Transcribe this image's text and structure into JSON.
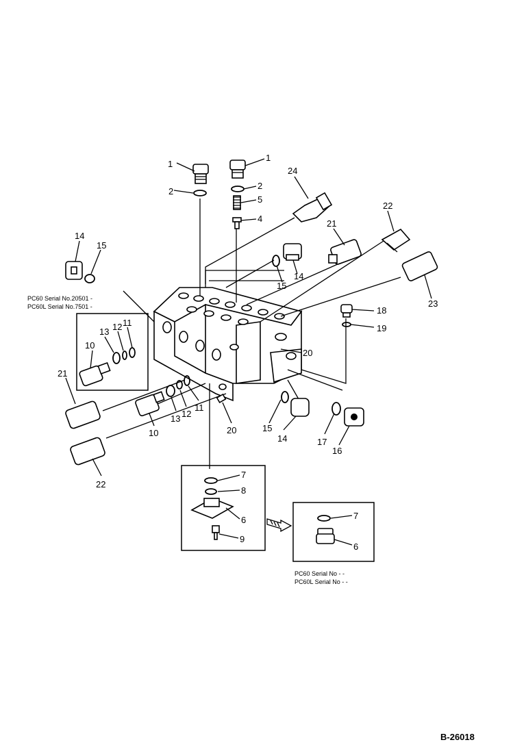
{
  "drawing_code": "B-26018",
  "callouts": {
    "c1a": "1",
    "c1b": "1",
    "c2a": "2",
    "c2b": "2",
    "c5": "5",
    "c4": "4",
    "c24": "24",
    "c22a": "22",
    "c21a": "21",
    "c23": "23",
    "c14a": "14",
    "c15a": "15",
    "c14b": "14",
    "c15b": "15",
    "c18": "18",
    "c19": "19",
    "c20a": "20",
    "c13a": "13",
    "c12a": "12",
    "c11a": "11",
    "c10a": "10",
    "c21b": "21",
    "c22b": "22",
    "c10b": "10",
    "c13b": "13",
    "c12b": "12",
    "c11b": "11",
    "c20b": "20",
    "c15c": "15",
    "c14c": "14",
    "c17": "17",
    "c16": "16",
    "c7a": "7",
    "c8": "8",
    "c6a": "6",
    "c9": "9",
    "c7b": "7",
    "c6b": "6"
  },
  "notes": {
    "inset_top_line1": "PC60  Serial No.20501 -",
    "inset_top_line2": "PC60L Serial No.7501  -",
    "inset_bottom_line1": "PC60  Serial No  -  -",
    "inset_bottom_line2": "PC60L Serial No  -  -"
  }
}
